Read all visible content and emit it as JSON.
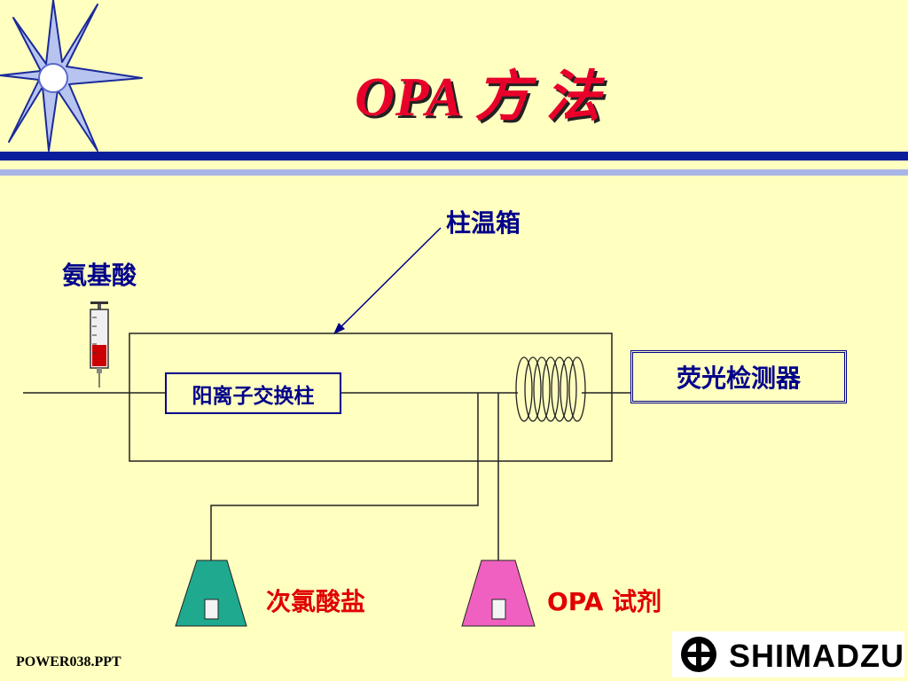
{
  "slide": {
    "title": "OPA 方 法",
    "footer": "POWER038.PPT"
  },
  "labels": {
    "column_oven": "柱温箱",
    "amino_acid": "氨基酸",
    "cation_exchange_column": "阳离子交换柱",
    "fluorescence_detector": "荧光检测器",
    "hypochlorite": "次氯酸盐",
    "opa_reagent": "OPA 试剂"
  },
  "logo": {
    "text": "SHIMADZU"
  },
  "colors": {
    "background": "#FFFFC0",
    "title": "#E8002A",
    "label_blue": "#00008B",
    "label_red": "#E00000",
    "rule_blue": "#0A1E9C",
    "rule_light": "#A9B4E6",
    "hypochlorite_bottle": "#1FA98F",
    "opa_bottle": "#F060C0"
  },
  "icons": {
    "corner": "star-burst-icon",
    "injector": "syringe-icon",
    "reactor": "coil-icon",
    "logo": "shimadzu-logo-icon"
  }
}
